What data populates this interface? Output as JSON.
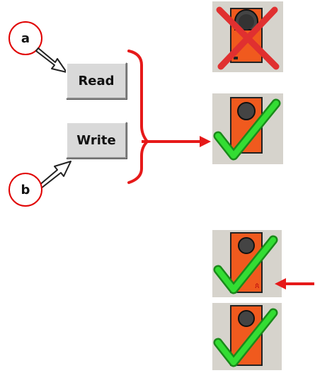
{
  "labels": {
    "a": "a",
    "b": "b"
  },
  "buttons": {
    "read": "Read",
    "write": "Write"
  },
  "colors": {
    "bracket": "#e61919",
    "arrow": "#e61919",
    "device_body": "#f05a1e",
    "check": "#33dd33",
    "cross": "#e03030",
    "tile_bg": "#d6d3cc"
  },
  "icons": {
    "device_error": "device-cross-icon",
    "device_ok": "device-check-icon",
    "device_ok_flag": "device-check-flag-icon",
    "device_ok_plain": "device-check-icon"
  }
}
